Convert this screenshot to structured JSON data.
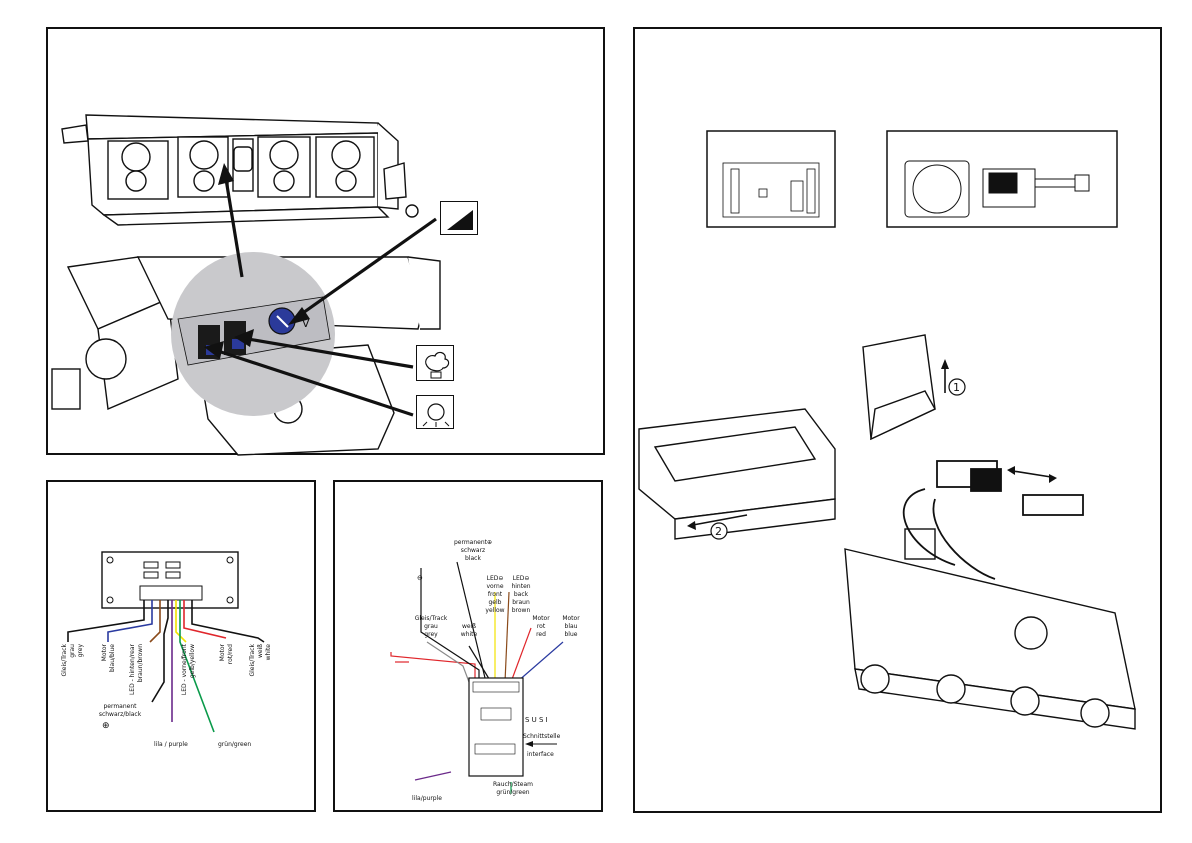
{
  "panel_top_left": {
    "icons": [
      "volume-icon",
      "smoke-icon",
      "light-icon"
    ],
    "potentiometer_label": "V"
  },
  "panel_right": {
    "step_1": "1",
    "step_2": "2"
  },
  "panel_bottom_left": {
    "left_labels": [
      {
        "l1": "Gleis/Track",
        "l2": "grau",
        "l3": "grey"
      },
      {
        "l1": "Motor",
        "l2": "blau/blue",
        "l3": ""
      },
      {
        "l1": "LED - hinten/rear",
        "l2": "braun/brown",
        "l3": ""
      }
    ],
    "right_labels": [
      {
        "l1": "LED - vorne/front",
        "l2": "gelb/yellow",
        "l3": ""
      },
      {
        "l1": "Motor",
        "l2": "rot/red",
        "l3": ""
      },
      {
        "l1": "Gleis/Track",
        "l2": "weiß",
        "l3": "white"
      }
    ],
    "permanent_l1": "permanent",
    "permanent_l2": "schwarz/black",
    "plus_symbol": "⊕",
    "purple_label": "lila / purple",
    "green_label": "grün/green"
  },
  "panel_bottom_mid": {
    "minus_symbol": "⊖",
    "permanent": "permanent⊕",
    "schwarz": "schwarz",
    "black": "black",
    "led_front_l1": "LED⊖",
    "led_front_l2": "vorne",
    "led_front_l3": "front",
    "led_front_l4": "gelb",
    "led_front_l5": "yellow",
    "led_rear_l1": "LED⊖",
    "led_rear_l2": "hinten",
    "led_rear_l3": "back",
    "led_rear_l4": "braun",
    "led_rear_l5": "brown",
    "track_l1": "Gleis/Track",
    "track_l2": "grau",
    "track_l3": "grey",
    "track_white_l1": "weiß",
    "track_white_l2": "white",
    "motor_red_l1": "Motor",
    "motor_red_l2": "rot",
    "motor_red_l3": "red",
    "motor_blue_l1": "Motor",
    "motor_blue_l2": "blau",
    "motor_blue_l3": "blue",
    "susi": "S U S I",
    "schnittstelle": "Schnittstelle",
    "interface": "interface",
    "rauch_l1": "Rauch/Steam",
    "rauch_l2": "grün/green",
    "purple": "lila/purple"
  },
  "colors": {
    "red": "#e0262b",
    "blue": "#2a3aa0",
    "yellow": "#f2e200",
    "green": "#0a9a4a",
    "purple": "#6b2a8a",
    "brown": "#8a4a1a",
    "grey": "#8a8a8a",
    "circle": "#c9c9cc",
    "knob": "#2b3a9a"
  }
}
